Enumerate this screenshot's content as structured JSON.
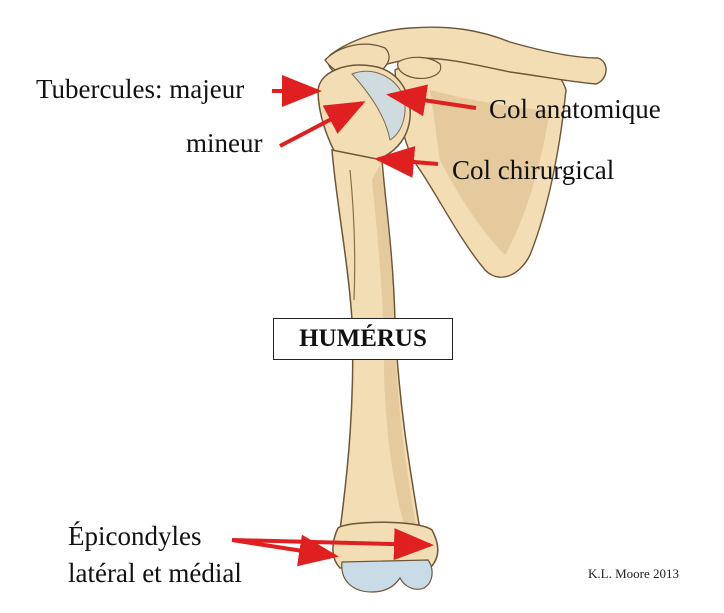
{
  "labels": {
    "tubercules": "Tubercules: majeur",
    "mineur": "mineur",
    "col_anatomique": "Col anatomique",
    "col_chirurgical": "Col chirurgical",
    "epicondyles_line1": "Épicondyles",
    "epicondyles_line2": "latéral et médial"
  },
  "title": "HUMÉRUS",
  "credit": "K.L. Moore 2013",
  "colors": {
    "bone": "#f3ddb4",
    "bone_shade": "#d9b98a",
    "cartilage": "#c9dbe6",
    "arrow": "#e02020",
    "outline": "#6b5637"
  }
}
